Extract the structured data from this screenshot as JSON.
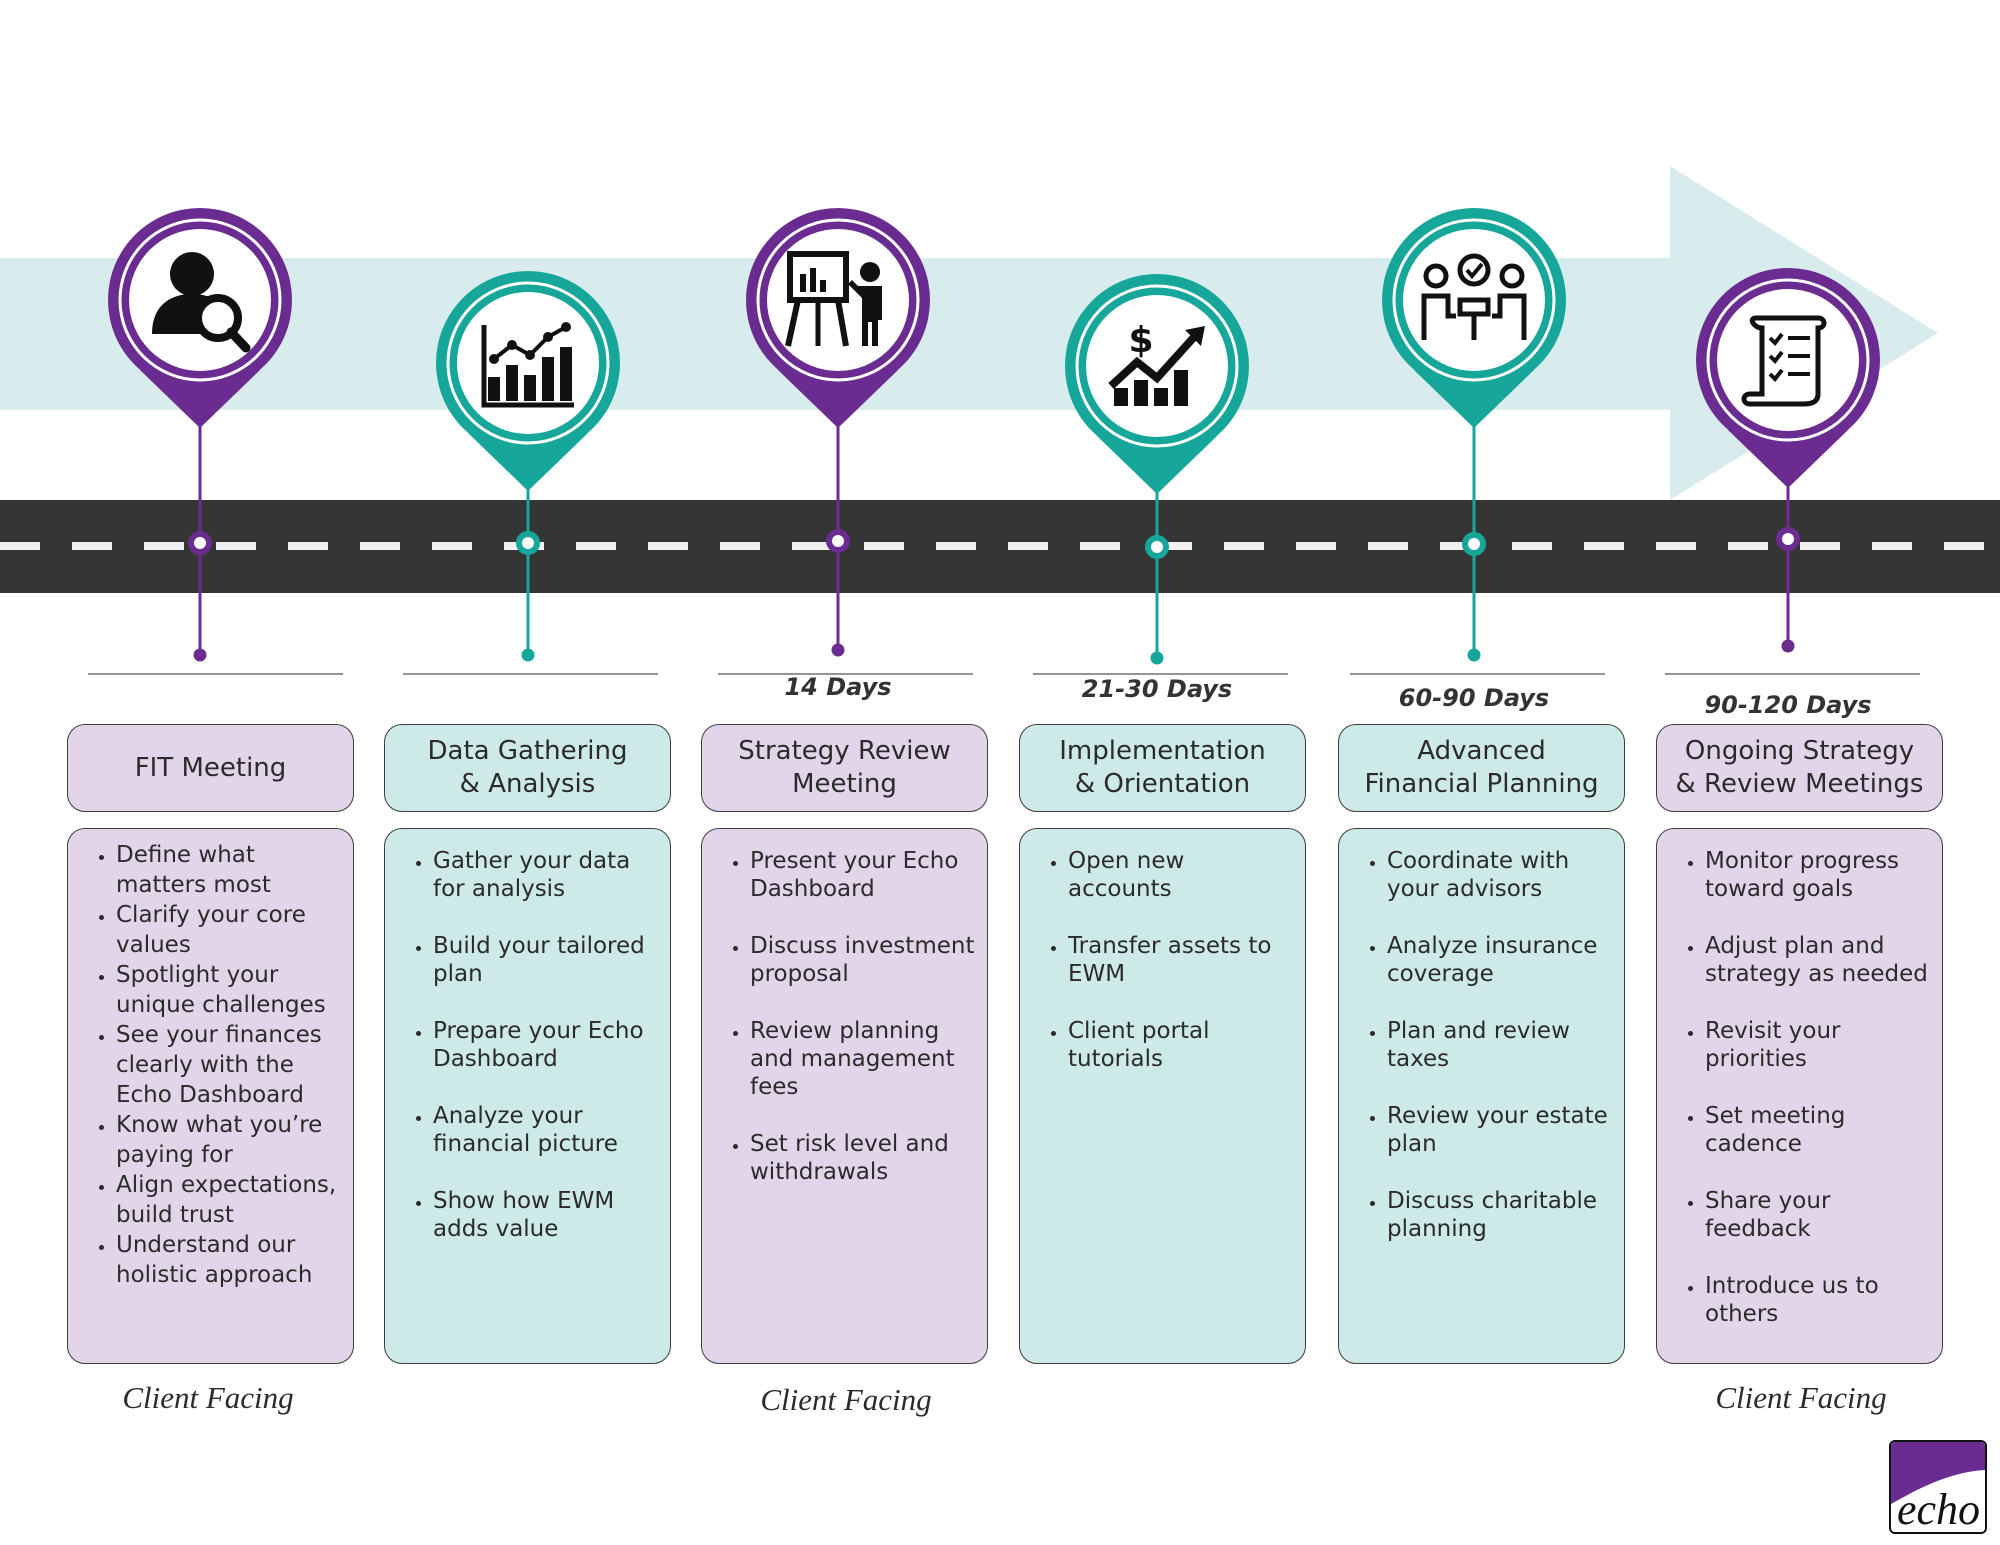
{
  "colors": {
    "purple": "#6a2c91",
    "teal": "#16a79a",
    "purple_panel": "#e2d5ea",
    "teal_panel": "#cde9e8",
    "arrow": "#d9eced",
    "road": "#353535"
  },
  "stages": [
    {
      "id": "fit-meeting",
      "theme": "purple",
      "icon": "person-search-icon",
      "timeframe": "",
      "title": "FIT Meeting",
      "bullets": [
        "Define what matters most",
        "Clarify your core values",
        "Spotlight your unique challenges",
        "See your finances clearly with the Echo Dashboard",
        "Know what you’re paying for",
        "Align expectations, build trust",
        "Understand our holistic approach"
      ],
      "facing": "Client Facing"
    },
    {
      "id": "data-gathering",
      "theme": "teal",
      "icon": "bar-chart-icon",
      "timeframe": "",
      "title": "Data Gathering\n& Analysis",
      "bullets": [
        "Gather your data for analysis",
        "Build your tailored plan",
        "Prepare your Echo Dashboard",
        "Analyze your financial picture",
        "Show how EWM adds value"
      ],
      "facing": ""
    },
    {
      "id": "strategy-review",
      "theme": "purple",
      "icon": "presentation-icon",
      "timeframe": "14 Days",
      "title": "Strategy Review\nMeeting",
      "bullets": [
        "Present your Echo Dashboard",
        "Discuss investment proposal",
        "Review planning and management fees",
        "Set risk level and withdrawals"
      ],
      "facing": "Client Facing"
    },
    {
      "id": "implementation",
      "theme": "teal",
      "icon": "growth-chart-icon",
      "timeframe": "21-30 Days",
      "title": "Implementation\n& Orientation",
      "bullets": [
        "Open new accounts",
        "Transfer assets to EWM",
        "Client portal tutorials"
      ],
      "facing": ""
    },
    {
      "id": "advanced-planning",
      "theme": "teal",
      "icon": "team-meeting-icon",
      "timeframe": "60-90 Days",
      "title": "Advanced\nFinancial Planning",
      "bullets": [
        "Coordinate with your advisors",
        "Analyze insurance coverage",
        "Plan and review taxes",
        "Review your estate plan",
        "Discuss charitable planning"
      ],
      "facing": ""
    },
    {
      "id": "ongoing-strategy",
      "theme": "purple",
      "icon": "checklist-icon",
      "timeframe": "90-120 Days",
      "title": "Ongoing Strategy\n& Review Meetings",
      "bullets": [
        "Monitor progress toward goals",
        "Adjust plan and strategy as needed",
        "Revisit your priorities",
        "Set meeting cadence",
        "Share your feedback",
        "Introduce us to others"
      ],
      "facing": "Client Facing"
    }
  ],
  "logo": {
    "text": "echo"
  }
}
